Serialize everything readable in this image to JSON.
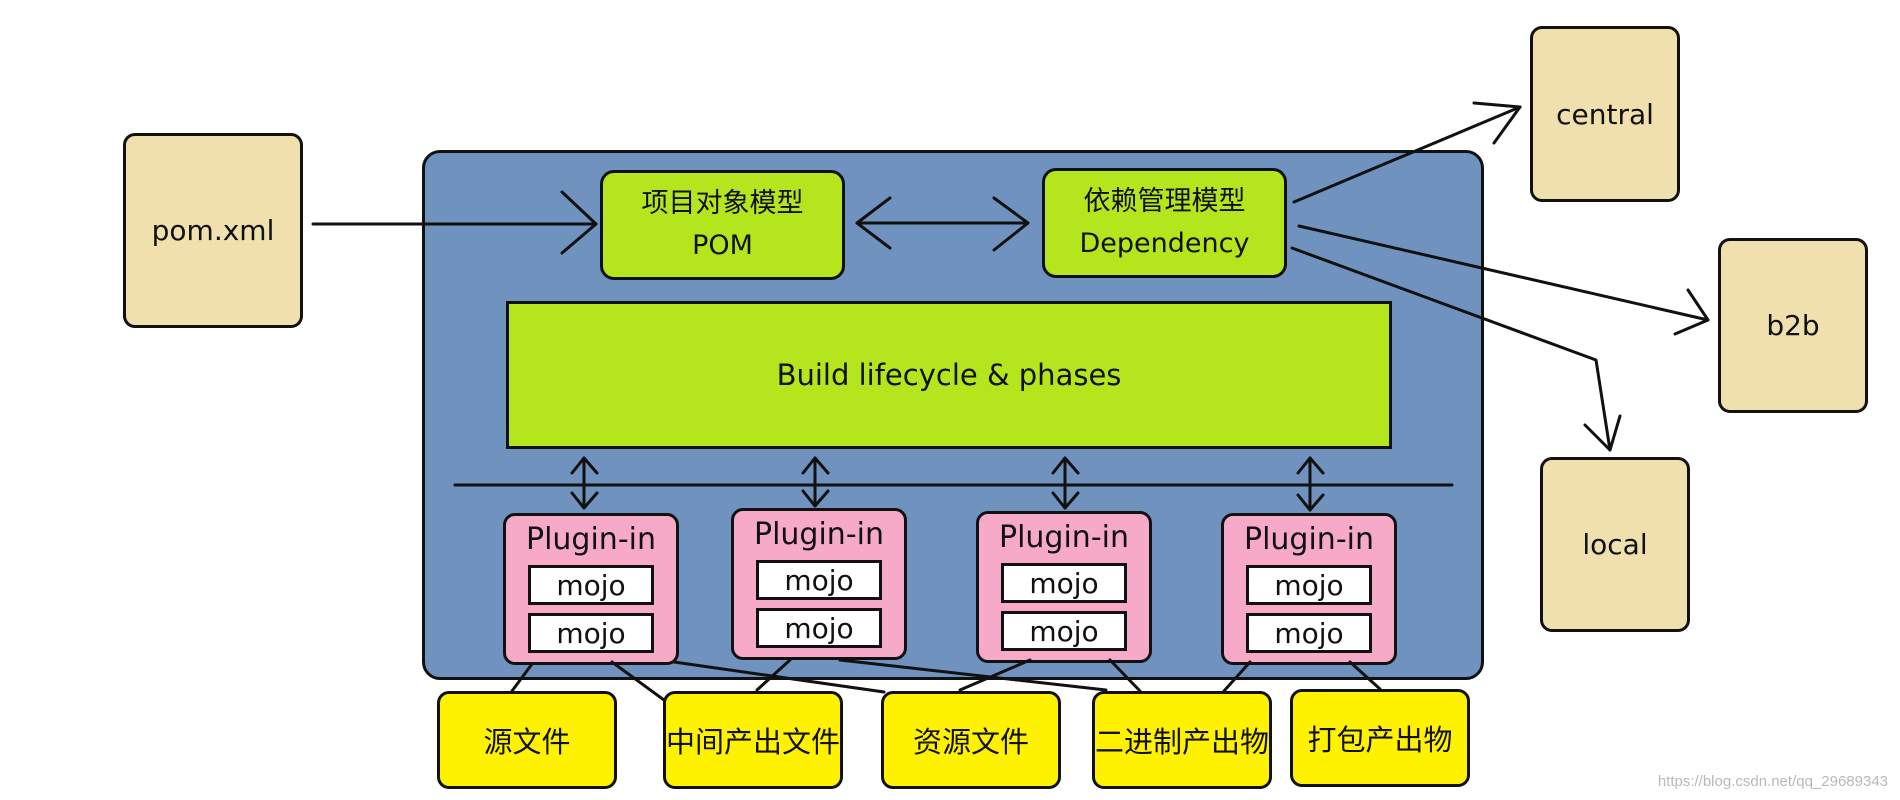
{
  "pom_xml": "pom.xml",
  "pom_model": {
    "line1": "项目对象模型",
    "line2": "POM"
  },
  "dependency_model": {
    "line1": "依赖管理模型",
    "line2": "Dependency"
  },
  "lifecycle": "Build lifecycle & phases",
  "repositories": {
    "central": "central",
    "b2b": "b2b",
    "local": "local"
  },
  "plugins": [
    {
      "title": "Plugin-in",
      "mojos": [
        "mojo",
        "mojo"
      ]
    },
    {
      "title": "Plugin-in",
      "mojos": [
        "mojo",
        "mojo"
      ]
    },
    {
      "title": "Plugin-in",
      "mojos": [
        "mojo",
        "mojo"
      ]
    },
    {
      "title": "Plugin-in",
      "mojos": [
        "mojo",
        "mojo"
      ]
    }
  ],
  "outputs": [
    "源文件",
    "中间产出文件",
    "资源文件",
    "二进制产出物",
    "打包产出物"
  ],
  "watermark": "https://blog.csdn.net/qq_29689343",
  "colors": {
    "container": "#6f92bf",
    "model_boxes": "#b5e61d",
    "plugin_boxes": "#f7a9c8",
    "output_boxes": "#fff200",
    "repository_boxes": "#efe0ae"
  }
}
